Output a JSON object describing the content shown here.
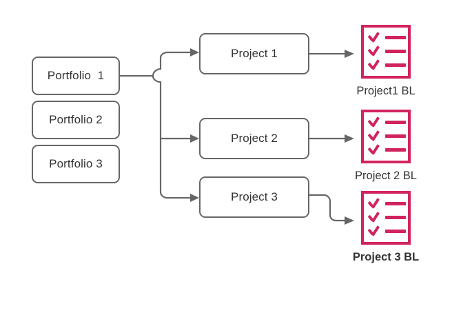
{
  "diagram": {
    "title": "Portfolio to Project to Baseline hierarchy",
    "colors": {
      "node_border": "#666666",
      "node_text": "#333333",
      "connector": "#666666",
      "baseline_accent": "#D12360",
      "background": "#FFFFFF"
    },
    "portfolios": [
      {
        "label": "Portfolio  1"
      },
      {
        "label": "Portfolio 2"
      },
      {
        "label": "Portfolio 3"
      }
    ],
    "projects": [
      {
        "label": "Project 1"
      },
      {
        "label": "Project 2"
      },
      {
        "label": "Project 3"
      }
    ],
    "baselines": [
      {
        "label": "Project1 BL",
        "icon": "checklist-icon",
        "bold": false
      },
      {
        "label": "Project 2 BL",
        "icon": "checklist-icon",
        "bold": false
      },
      {
        "label": "Project 3\nBL",
        "icon": "checklist-icon",
        "bold": true
      }
    ]
  }
}
